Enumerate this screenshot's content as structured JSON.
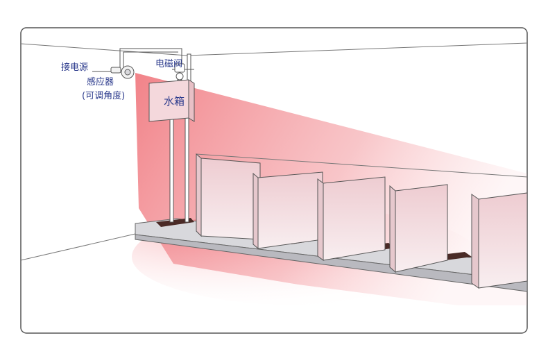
{
  "labels": {
    "power": "接电源",
    "sensor": "感应器",
    "sensor_note": "(可调角度)",
    "valve": "电磁阀",
    "tank": "水箱"
  },
  "colors": {
    "label_text": "#2b3a8c",
    "beam": "#e8303a",
    "floor_slot": "#4a2a26",
    "partition": "#f1dcdf",
    "outline": "#555555"
  },
  "partitions_count": 5
}
